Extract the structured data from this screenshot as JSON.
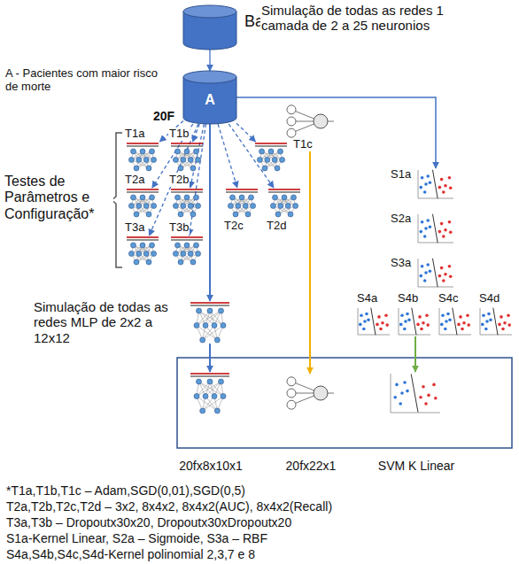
{
  "diagram": {
    "nodes": [
      {
        "text": [
          "Base Kaggle"
        ]
      },
      {
        "text": [
          "A"
        ]
      },
      {
        "text": [
          "Simulação de todas as redes 1 camada de 2 a 25 neuronios"
        ]
      },
      {
        "text": [
          "T1a"
        ]
      },
      {
        "text": [
          "T1b"
        ]
      },
      {
        "text": [
          "T1c"
        ]
      },
      {
        "text": [
          "T2a"
        ]
      },
      {
        "text": [
          "T2b"
        ]
      },
      {
        "text": [
          "T2c"
        ]
      },
      {
        "text": [
          "T2d"
        ]
      },
      {
        "text": [
          "T3a"
        ]
      },
      {
        "text": [
          "T3b"
        ]
      },
      {
        "text": [
          "S1a"
        ]
      },
      {
        "text": [
          "S2a"
        ]
      },
      {
        "text": [
          "S3a"
        ]
      },
      {
        "text": [
          "Simulação de todas as redes MLP de 2x2 a 12x12"
        ]
      },
      {
        "text": [
          "S4a"
        ]
      },
      {
        "text": [
          "S4b"
        ]
      },
      {
        "text": [
          "S4c"
        ]
      },
      {
        "text": [
          "S4d"
        ]
      },
      {
        "text": [
          "20fx8x10x1"
        ]
      },
      {
        "text": [
          "20fx22x1"
        ]
      },
      {
        "text": [
          "SVM K Linear"
        ]
      }
    ],
    "edges": [
      {
        "from": 0,
        "to": 1,
        "arrow": "to"
      },
      {
        "from": 1,
        "to": 3,
        "arrow": "to"
      },
      {
        "from": 1,
        "to": 4,
        "arrow": "to"
      },
      {
        "from": 1,
        "to": 5,
        "arrow": "to"
      },
      {
        "from": 1,
        "to": 6,
        "arrow": "to"
      },
      {
        "from": 1,
        "to": 7,
        "arrow": "to"
      },
      {
        "from": 1,
        "to": 8,
        "arrow": "to"
      },
      {
        "from": 1,
        "to": 9,
        "arrow": "to"
      },
      {
        "from": 1,
        "to": 10,
        "arrow": "to"
      },
      {
        "from": 1,
        "to": 11,
        "arrow": "to"
      },
      {
        "from": 1,
        "to": 15,
        "arrow": "to"
      },
      {
        "from": 15,
        "to": 20,
        "arrow": "to"
      },
      {
        "from": 1,
        "to": 12,
        "arrow": "to"
      },
      {
        "from": 2,
        "to": 21,
        "arrow": "to"
      },
      {
        "from": 17,
        "to": 22,
        "arrow": "to"
      }
    ],
    "labels": [
      "A - Pacientes com maior risco de morte",
      "20F",
      "Testes de Parâmetros e Configuração*",
      "*T1a,T1b,T1c – Adam,SGD(0,01),SGD(0,5)",
      "T2a,T2b,T2c,T2d – 3x2, 8x4x2, 8x4x2(AUC), 8x4x2(Recall)",
      "T3a,T3b – Dropoutx30x20, Dropoutx30xDropoutx20",
      "S1a-Kernel Linear, S2a – Sigmoide, S3a – RBF",
      "S4a,S4b,S4c,S4d-Kernel polinomial 2,3,7 e 8"
    ]
  }
}
